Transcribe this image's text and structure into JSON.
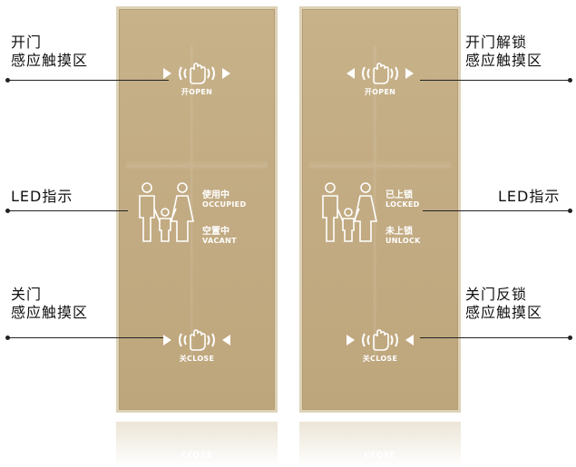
{
  "callouts": {
    "left_open_line1": "开门",
    "left_open_line2": "感应触摸区",
    "left_led": "LED指示",
    "left_close_line1": "关门",
    "left_close_line2": "感应触摸区",
    "right_open_line1": "开门解锁",
    "right_open_line2": "感应触摸区",
    "right_led": "LED指示",
    "right_close_line1": "关门反锁",
    "right_close_line2": "感应触摸区"
  },
  "left_panel": {
    "open_label": "开OPEN",
    "close_label": "关CLOSE",
    "status_top_cn": "使用中",
    "status_top_en": "OCCUPIED",
    "status_bottom_cn": "空置中",
    "status_bottom_en": "VACANT"
  },
  "right_panel": {
    "open_label": "开OPEN",
    "close_label": "关CLOSE",
    "status_top_cn": "已上锁",
    "status_top_en": "LOCKED",
    "status_bottom_cn": "未上锁",
    "status_bottom_en": "UNLOCK"
  },
  "reflection": {
    "left_text": "CLOSE",
    "right_text": "CLOSE"
  },
  "icons": {
    "touch": "hand-wave-icon",
    "family": "family-icon",
    "arrows": "triangle-arrow-icon"
  },
  "colors": {
    "panel": "#c3ac84",
    "panel_border": "#ddd2b8",
    "glyph": "#ffffff",
    "text": "#111111"
  }
}
